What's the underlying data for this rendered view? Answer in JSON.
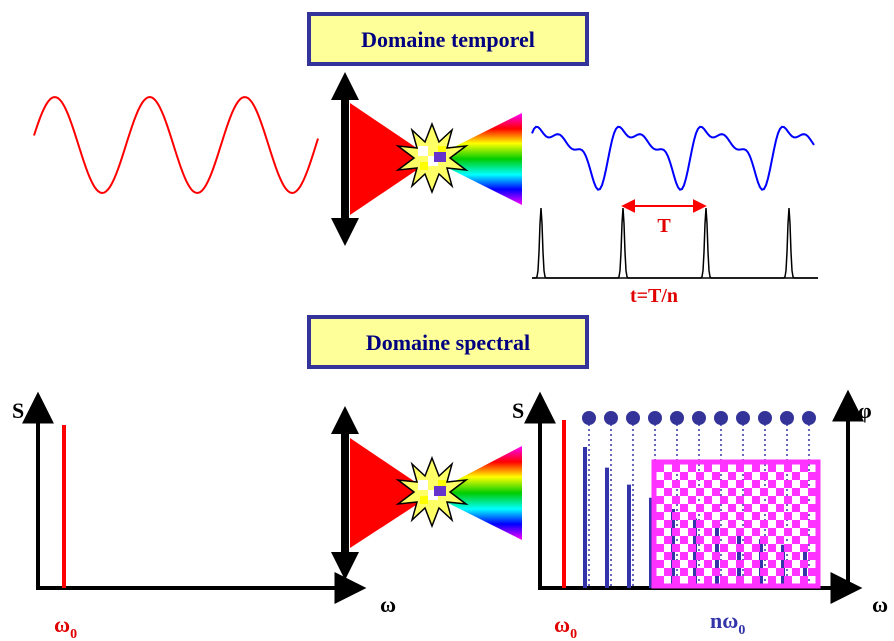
{
  "titles": {
    "temporal": "Domaine temporel",
    "spectral": "Domaine spectral"
  },
  "temporal": {
    "period_label": "T",
    "spacing_label": "t=T/n"
  },
  "spectral_left": {
    "y_label": "S",
    "x_label": "ω",
    "line_label_main": "ω",
    "line_label_sub": "0"
  },
  "spectral_right": {
    "y_label": "S",
    "phase_label": "φ",
    "x_label": "ω",
    "omega0_main": "ω",
    "omega0_sub": "0",
    "harmonic_prefix": "n",
    "harmonic_main": "ω",
    "harmonic_sub": "0"
  },
  "colors": {
    "title_fill": "#ffff99",
    "title_border": "#333399",
    "title_text": "#000080",
    "fundamental": "#ff0000",
    "harmonics": "#3333aa",
    "selection_box": "#ff33ff",
    "pulses": "#000000",
    "lens_arrow": "#000000"
  },
  "icons": {
    "lens": "double-arrow-lens-icon",
    "flash": "starburst-flash-icon",
    "beam_in": "red-beam-cone",
    "beam_out": "rainbow-beam-cone"
  },
  "chart_data": {
    "type": "bar",
    "harmonic_count": 11,
    "harmonic_relative_heights": [
      0.75,
      0.64,
      0.55,
      0.48,
      0.42,
      0.37,
      0.33,
      0.29,
      0.26,
      0.23,
      0.21
    ],
    "phase_points": 11
  }
}
